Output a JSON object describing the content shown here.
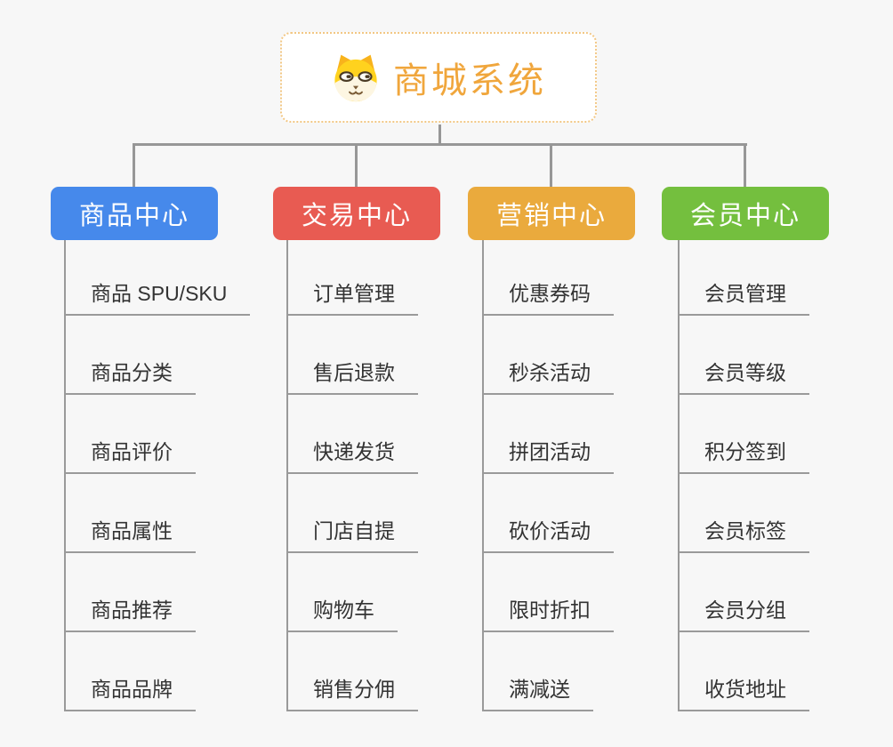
{
  "root": {
    "title": "商城系统",
    "icon": "shiba-dog-icon"
  },
  "branches": [
    {
      "label": "商品中心",
      "color": "#4689eb",
      "items": [
        "商品 SPU/SKU",
        "商品分类",
        "商品评价",
        "商品属性",
        "商品推荐",
        "商品品牌"
      ]
    },
    {
      "label": "交易中心",
      "color": "#e85b52",
      "items": [
        "订单管理",
        "售后退款",
        "快递发货",
        "门店自提",
        "购物车",
        "销售分佣"
      ]
    },
    {
      "label": "营销中心",
      "color": "#eaaa3d",
      "items": [
        "优惠券码",
        "秒杀活动",
        "拼团活动",
        "砍价活动",
        "限时折扣",
        "满减送"
      ]
    },
    {
      "label": "会员中心",
      "color": "#74bf3e",
      "items": [
        "会员管理",
        "会员等级",
        "积分签到",
        "会员标签",
        "会员分组",
        "收货地址"
      ]
    }
  ],
  "palette": {
    "background": "#f7f7f7",
    "root_text": "#f0a63c",
    "root_border": "#f2c784",
    "connector": "#979797",
    "item_line": "#9a9a9a",
    "item_text": "#333333"
  }
}
